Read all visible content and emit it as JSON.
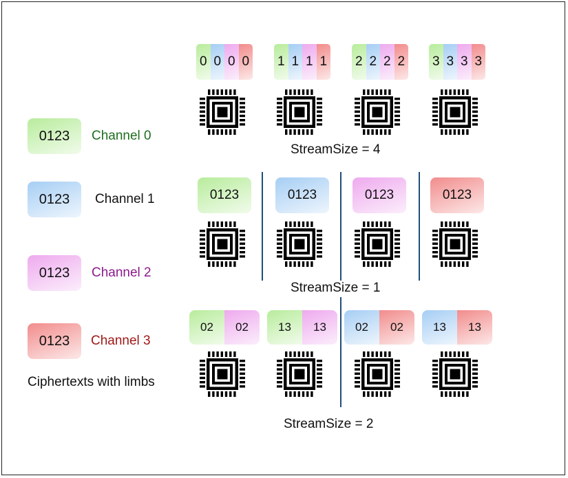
{
  "colors": {
    "green": "#b8ec9c",
    "blue": "#a6cef4",
    "pink": "#eeaaee",
    "red": "#f28c8c",
    "divider": "#1f4e79",
    "chip": "#000000"
  },
  "legend": {
    "items": [
      {
        "text": "0123",
        "label": "Channel 0",
        "color": "green",
        "label_color": "#1e6e1e"
      },
      {
        "text": "0123",
        "label": "Channel 1",
        "color": "blue",
        "label_color": "#111111"
      },
      {
        "text": "0123",
        "label": "Channel 2",
        "color": "pink",
        "label_color": "#8b1a8b"
      },
      {
        "text": "0123",
        "label": "Channel 3",
        "color": "red",
        "label_color": "#a01818"
      }
    ],
    "caption": "Ciphertexts with limbs"
  },
  "stream4": {
    "caption": "StreamSize = 4",
    "groups": [
      [
        "0",
        "0",
        "0",
        "0"
      ],
      [
        "1",
        "1",
        "1",
        "1"
      ],
      [
        "2",
        "2",
        "2",
        "2"
      ],
      [
        "3",
        "3",
        "3",
        "3"
      ]
    ]
  },
  "stream1": {
    "caption": "StreamSize = 1",
    "groups": [
      {
        "text": "0123",
        "color": "green"
      },
      {
        "text": "0123",
        "color": "blue"
      },
      {
        "text": "0123",
        "color": "pink"
      },
      {
        "text": "0123",
        "color": "red"
      }
    ]
  },
  "stream2": {
    "caption": "StreamSize = 2",
    "groups": [
      [
        {
          "text": "02",
          "color": "green"
        },
        {
          "text": "02",
          "color": "pink"
        }
      ],
      [
        {
          "text": "13",
          "color": "green"
        },
        {
          "text": "13",
          "color": "pink"
        }
      ],
      [
        {
          "text": "02",
          "color": "blue"
        },
        {
          "text": "02",
          "color": "red"
        }
      ],
      [
        {
          "text": "13",
          "color": "blue"
        },
        {
          "text": "13",
          "color": "red"
        }
      ]
    ]
  }
}
